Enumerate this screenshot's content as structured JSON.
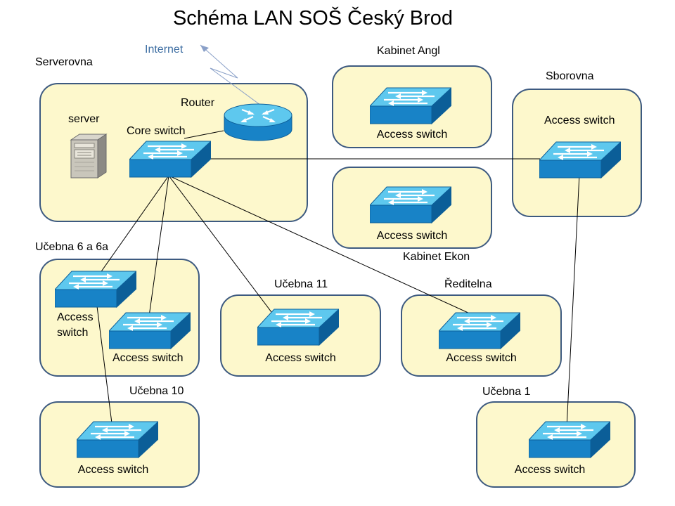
{
  "title": "Schéma LAN SOŠ Český Brod",
  "internet_label": "Internet",
  "router_label": "Router",
  "server_label": "server",
  "core_switch_label": "Core switch",
  "access_switch_label": "Access switch",
  "access_switch_split": [
    "Access",
    "switch"
  ],
  "rooms": {
    "serverovna": "Serverovna",
    "kabinet_angl": "Kabinet Angl",
    "kabinet_ekon": "Kabinet Ekon",
    "sborovna": "Sborovna",
    "ucebna_6": "Učebna 6 a 6a",
    "ucebna_11": "Učebna 11",
    "reditelna": "Ředitelna",
    "ucebna_10": "Učebna 10",
    "ucebna_1": "Učebna 1"
  },
  "colors": {
    "room_fill": "#fdf8cc",
    "room_border": "#3d5a80",
    "device_top": "#5ec8ee",
    "device_front": "#1883c7",
    "device_side": "#0b5e98",
    "link": "#000000",
    "internet": "#3f6fa3"
  }
}
